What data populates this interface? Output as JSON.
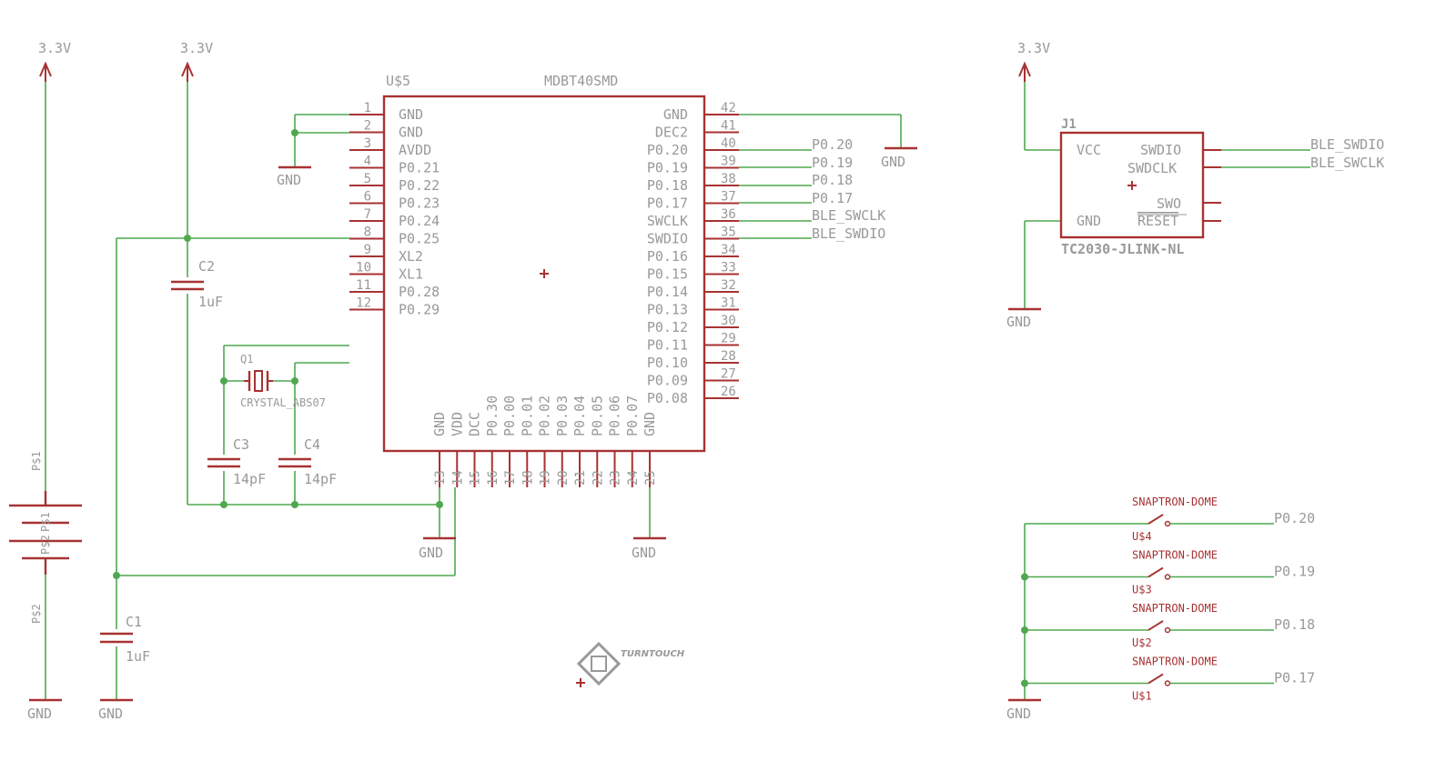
{
  "supply": {
    "v1": "3.3V",
    "v2": "3.3V",
    "v3": "3.3V"
  },
  "gnd": {
    "label": "GND"
  },
  "battery": {
    "p1": "P$1",
    "p2": "P$2",
    "p1b": "P$1",
    "p2b": "P$2"
  },
  "caps": {
    "c1": {
      "name": "C1",
      "value": "1uF"
    },
    "c2": {
      "name": "C2",
      "value": "1uF"
    },
    "c3": {
      "name": "C3",
      "value": "14pF"
    },
    "c4": {
      "name": "C4",
      "value": "14pF"
    }
  },
  "crystal": {
    "name": "Q1",
    "value": "CRYSTAL_ABS07"
  },
  "mcu": {
    "ref": "U$5",
    "part": "MDBT40SMD",
    "left_pins": [
      {
        "num": "1",
        "name": "GND"
      },
      {
        "num": "2",
        "name": "GND"
      },
      {
        "num": "3",
        "name": "AVDD"
      },
      {
        "num": "4",
        "name": "P0.21"
      },
      {
        "num": "5",
        "name": "P0.22"
      },
      {
        "num": "6",
        "name": "P0.23"
      },
      {
        "num": "7",
        "name": "P0.24"
      },
      {
        "num": "8",
        "name": "P0.25"
      },
      {
        "num": "9",
        "name": "XL2"
      },
      {
        "num": "10",
        "name": "XL1"
      },
      {
        "num": "11",
        "name": "P0.28"
      },
      {
        "num": "12",
        "name": "P0.29"
      }
    ],
    "right_pins": [
      {
        "num": "42",
        "name": "GND"
      },
      {
        "num": "41",
        "name": "DEC2"
      },
      {
        "num": "40",
        "name": "P0.20"
      },
      {
        "num": "39",
        "name": "P0.19"
      },
      {
        "num": "38",
        "name": "P0.18"
      },
      {
        "num": "37",
        "name": "P0.17"
      },
      {
        "num": "36",
        "name": "SWCLK"
      },
      {
        "num": "35",
        "name": "SWDIO"
      },
      {
        "num": "34",
        "name": "P0.16"
      },
      {
        "num": "33",
        "name": "P0.15"
      },
      {
        "num": "32",
        "name": "P0.14"
      },
      {
        "num": "31",
        "name": "P0.13"
      },
      {
        "num": "30",
        "name": "P0.12"
      },
      {
        "num": "29",
        "name": "P0.11"
      },
      {
        "num": "28",
        "name": "P0.10"
      },
      {
        "num": "27",
        "name": "P0.09"
      },
      {
        "num": "26",
        "name": "P0.08"
      }
    ],
    "bottom_pins": [
      {
        "num": "13",
        "name": "GND"
      },
      {
        "num": "14",
        "name": "VDD"
      },
      {
        "num": "15",
        "name": "DCC"
      },
      {
        "num": "16",
        "name": "P0.30"
      },
      {
        "num": "17",
        "name": "P0.00"
      },
      {
        "num": "18",
        "name": "P0.01"
      },
      {
        "num": "19",
        "name": "P0.02"
      },
      {
        "num": "20",
        "name": "P0.03"
      },
      {
        "num": "21",
        "name": "P0.04"
      },
      {
        "num": "22",
        "name": "P0.05"
      },
      {
        "num": "23",
        "name": "P0.06"
      },
      {
        "num": "24",
        "name": "P0.07"
      },
      {
        "num": "25",
        "name": "GND"
      }
    ]
  },
  "net_labels": [
    "P0.20",
    "P0.19",
    "P0.18",
    "P0.17",
    "BLE_SWCLK",
    "BLE_SWDIO"
  ],
  "connector": {
    "ref": "J1",
    "part": "TC2030-JLINK-NL",
    "pins": {
      "vcc": "VCC",
      "gnd": "GND",
      "swdio": "SWDIO",
      "swdclk": "SWDCLK",
      "swo": "SWO",
      "reset": "RESET"
    },
    "nets": {
      "swdio": "BLE_SWDIO",
      "swclk": "BLE_SWCLK"
    }
  },
  "switches": [
    {
      "part": "SNAPTRON-DOME",
      "ref": "U$4",
      "net": "P0.20"
    },
    {
      "part": "SNAPTRON-DOME",
      "ref": "U$3",
      "net": "P0.19"
    },
    {
      "part": "SNAPTRON-DOME",
      "ref": "U$2",
      "net": "P0.18"
    },
    {
      "part": "SNAPTRON-DOME",
      "ref": "U$1",
      "net": "P0.17"
    }
  ],
  "logo": {
    "text": "TURNTOUCH"
  },
  "colors": {
    "wire": "#4fa84f",
    "part": "#a83232",
    "text": "#999999"
  }
}
